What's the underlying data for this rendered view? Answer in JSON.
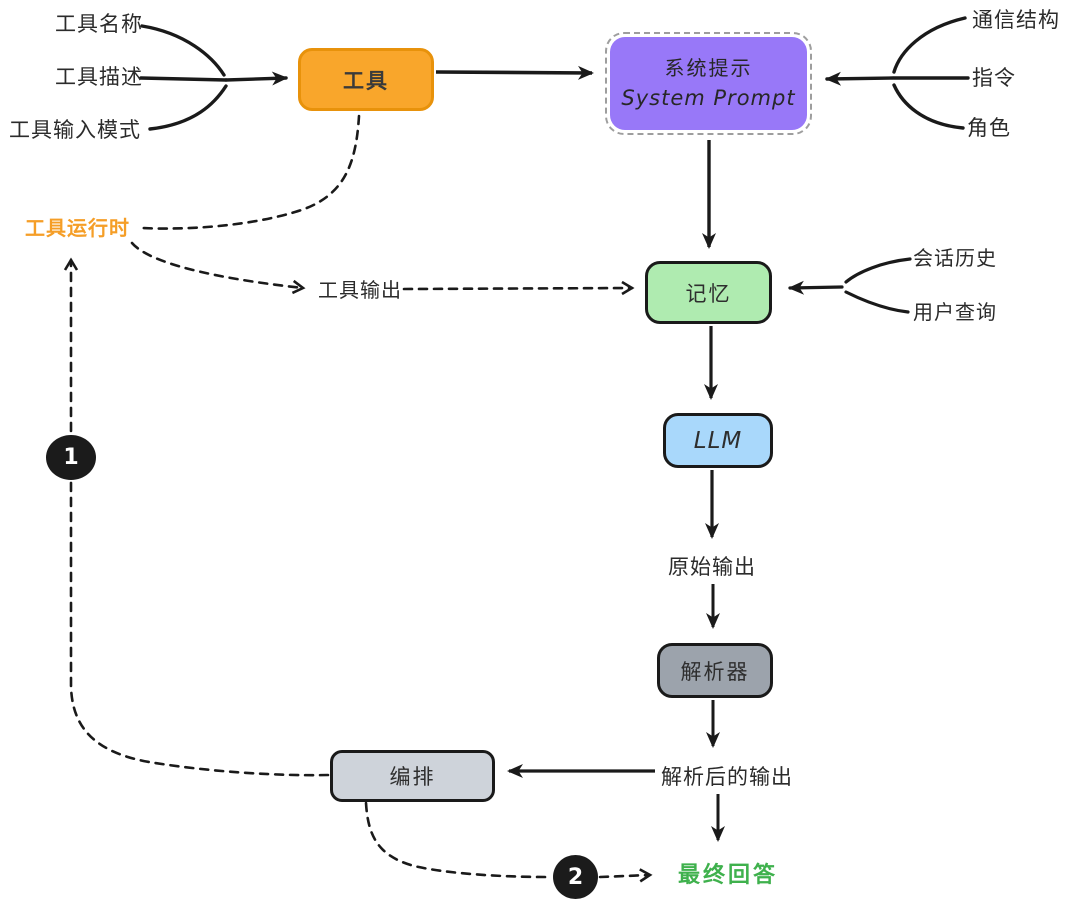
{
  "nodes": {
    "tool": {
      "label": "工具"
    },
    "system_prompt": {
      "label_zh": "系统提示",
      "label_en": "System Prompt"
    },
    "memory": {
      "label": "记忆"
    },
    "llm": {
      "label": "LLM"
    },
    "parser": {
      "label": "解析器"
    },
    "orchestration": {
      "label": "编排"
    }
  },
  "inputs": {
    "tool_name": "工具名称",
    "tool_description": "工具描述",
    "tool_input_schema": "工具输入模式",
    "communication_structure": "通信结构",
    "instruction": "指令",
    "role": "角色",
    "session_history": "会话历史",
    "user_query": "用户查询"
  },
  "flow_labels": {
    "tool_runtime": "工具运行时",
    "tool_output": "工具输出",
    "raw_output": "原始输出",
    "parsed_output": "解析后的输出",
    "final_answer": "最终回答"
  },
  "badges": {
    "step1": "1",
    "step2": "2"
  },
  "colors": {
    "tool_fill": "#F9A62B",
    "tool_border": "#E8920B",
    "system_prompt_fill": "#9878F8",
    "memory_fill": "#AFEBB0",
    "llm_fill": "#A9D8FB",
    "parser_fill": "#9CA3AC",
    "orchestration_fill": "#CED3DA",
    "tool_runtime_text": "#F59E27",
    "final_answer_text": "#3FB14D",
    "stroke": "#1A1A1A"
  }
}
